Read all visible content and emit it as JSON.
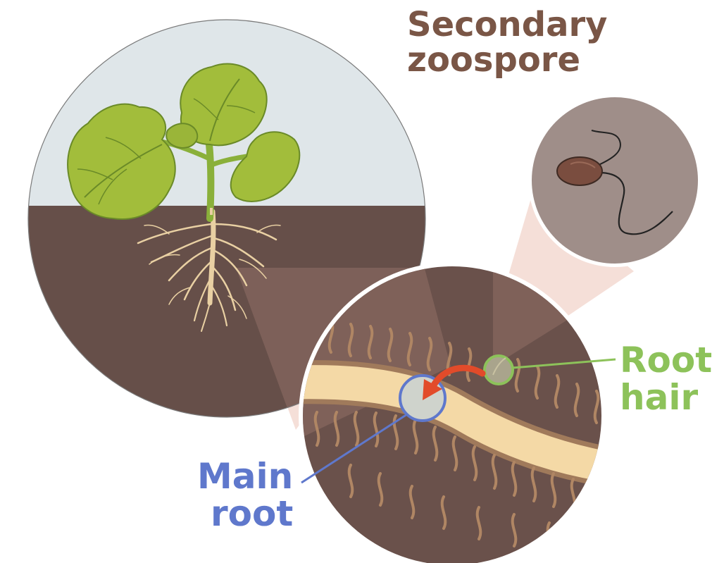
{
  "title": {
    "line1": "Secondary",
    "line2": "zoospore"
  },
  "labels": {
    "root_hair": {
      "line1": "Root",
      "line2": "hair"
    },
    "main_root": {
      "line1": "Main",
      "line2": "root"
    }
  },
  "colors": {
    "sky": "#dfe6e9",
    "soil": "#664f49",
    "soil_inset": "#6a514b",
    "leaf": "#a2bd3b",
    "leaf_vein": "#6a8a28",
    "stem": "#8ab03a",
    "root": "#e9d0a3",
    "root_outline": "#b58e66",
    "main_root_fill": "#f4d9a6",
    "main_root_edge": "#a07a5b",
    "root_hair_strand": "#b08664",
    "zoospore_bg": "#9f8e89",
    "zoospore_body": "#7a4d3f",
    "flagellum": "#222222",
    "projection_cone": "#e9b7a8",
    "title_text": "#7a5646",
    "root_hair_accent": "#8dc25a",
    "main_root_accent": "#5f78cc",
    "arrow": "#e24b2a",
    "circle_outline": "#7a7a7a"
  },
  "icons": {
    "plant": "seedling-illustration",
    "zoospore": "biflagellate-zoospore",
    "arrow": "curved-arrow-left"
  }
}
